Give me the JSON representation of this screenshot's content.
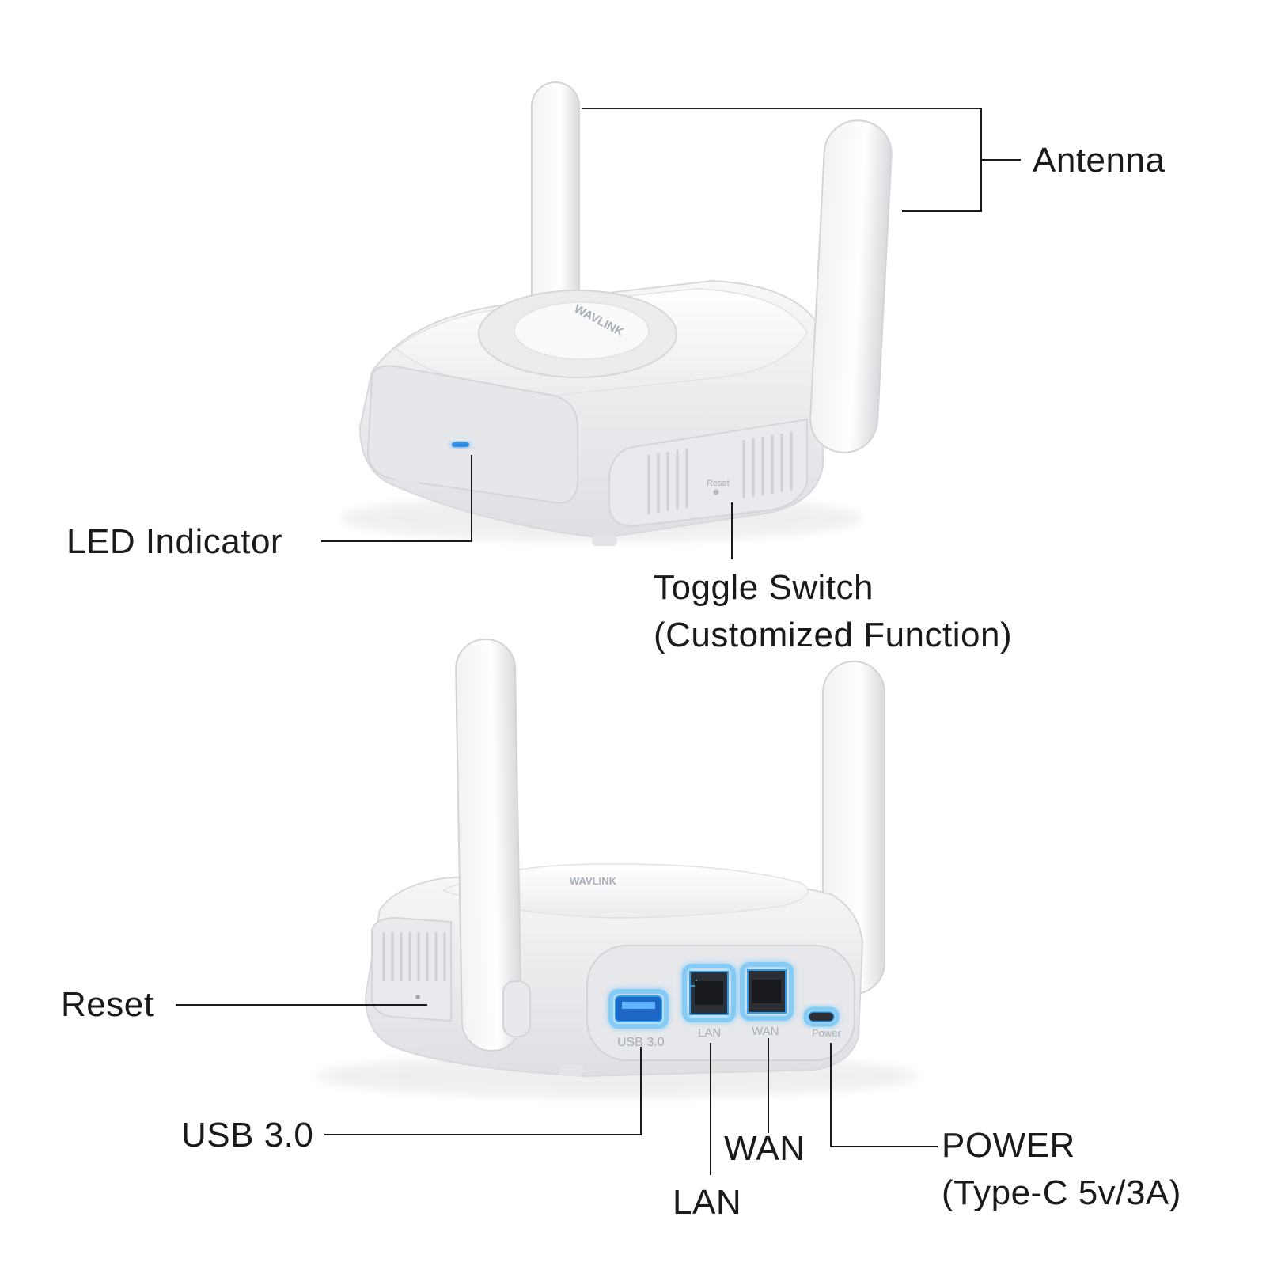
{
  "callouts": {
    "antenna": "Antenna",
    "led_indicator": "LED Indicator",
    "toggle_switch_line1": "Toggle Switch",
    "toggle_switch_line2": "(Customized Function)",
    "reset": "Reset",
    "usb": "USB 3.0",
    "lan": "LAN",
    "wan": "WAN",
    "power_line1": "POWER",
    "power_line2": "(Type-C 5v/3A)"
  },
  "device_print": {
    "brand_logo": "WAVLINK",
    "side_reset_label": "Reset",
    "port_usb": "USB 3.0",
    "port_lan": "LAN",
    "port_wan": "WAN",
    "port_power": "Power"
  },
  "colors": {
    "leader_line": "#1a1a1a",
    "body": "#eeeef0",
    "body_shade": "#dcdde1",
    "led_blue": "#2f8fe8",
    "port_glow": "#35b6ff"
  },
  "icons": [
    "router-front-view",
    "router-back-view"
  ]
}
